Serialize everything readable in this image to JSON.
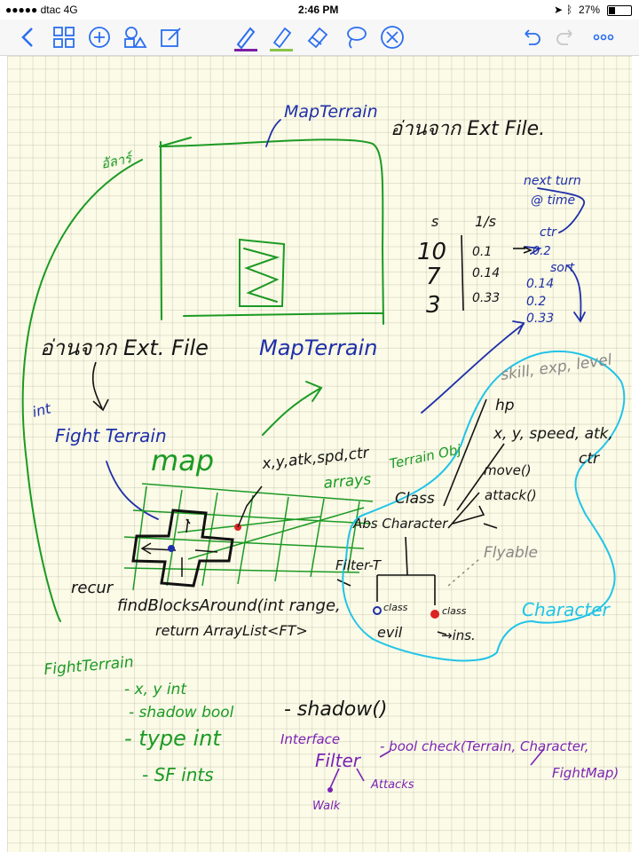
{
  "status_bar": {
    "carrier": "●●●●● dtac  4G",
    "time": "2:46 PM",
    "battery": "27%"
  },
  "toolbar": {
    "icons": [
      "back-icon",
      "thumbnails-icon",
      "add-page-icon",
      "shapes-icon",
      "edit-icon",
      "pen-icon",
      "highlighter-icon",
      "eraser-icon",
      "lasso-icon",
      "close-circle-icon",
      "undo-icon",
      "redo-icon",
      "more-icon"
    ],
    "colors": {
      "accent": "#2a6ef0",
      "pen_underline": "#7b1fa2",
      "highlighter_underline": "#8bc34a"
    }
  },
  "note": {
    "map_terrain_top": "MapTerrain",
    "thai_open_file_top": "อ่านจาก Ext File.",
    "thai_left_small": "อัลาร์",
    "thai_open_file_mid": "อ่านจาก Ext. File",
    "map_terrain_blue": "MapTerrain",
    "int": "int",
    "fight_terrain": "Fight Terrain",
    "map_green": "map",
    "attrs": "x,y,atk,spd,ctr",
    "arrays": "arrays",
    "terrain_obj": "Terrain Obj",
    "class": "Class",
    "abs_character": "Abs Character",
    "skill": "skill, exp, level",
    "hp": "hp",
    "xy_speed": "x, y, speed, atk,",
    "ctr2": "ctr",
    "move": "move()",
    "attack": "attack()",
    "flyable": "Flyable",
    "filter_t": "Filter-T",
    "class_left": "class",
    "class_right": "class",
    "evil": "evil",
    "ins": "→ins.",
    "character": "Character",
    "recur": "recur",
    "find_blocks": "findBlocksAround(int range,",
    "return_list": "return ArrayList<FT>",
    "ft_title": "FightTerrain",
    "ft_xy": "- x, y   int",
    "ft_shadow": "- shadow bool",
    "ft_type": "- type  int",
    "ft_sf": "- SF ints",
    "shadow_fn": "- shadow()",
    "interface": "Interface",
    "filter": "Filter",
    "bool_check": "- bool check(Terrain, Character,",
    "fight_map": "FightMap)",
    "attacks": "Attacks",
    "walk": "Walk",
    "table_h1": "s",
    "table_h2": "1/s",
    "table_rows": [
      [
        "10",
        "0.1"
      ],
      [
        "7",
        "0.14"
      ],
      [
        "3",
        "0.33"
      ]
    ],
    "next_turn": "next turn",
    "at_time": "@ time",
    "ctr": "ctr",
    "sorted_top": "0.2",
    "sort": "sort",
    "sorted": [
      "0.14",
      "0.2",
      "0.33"
    ]
  }
}
